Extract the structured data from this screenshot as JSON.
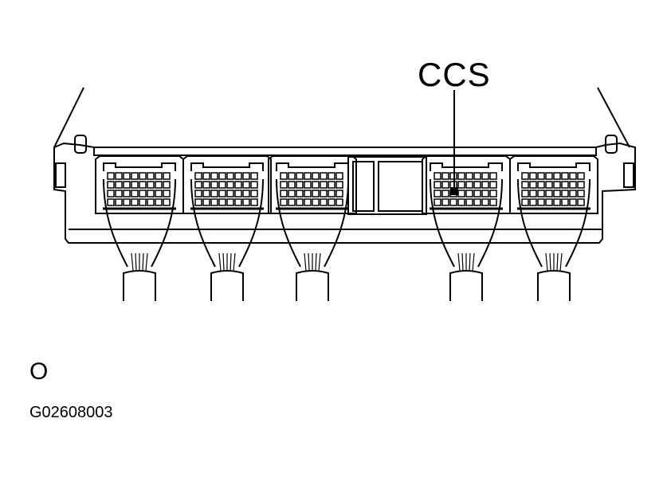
{
  "callout": {
    "label": "CCS",
    "target_connector": 4
  },
  "view_label": "O",
  "figure_id": "G02608003",
  "connectors": [
    {
      "name": "connector-1"
    },
    {
      "name": "connector-2"
    },
    {
      "name": "connector-3"
    },
    {
      "name": "connector-4",
      "highlighted_terminal": "CCS"
    },
    {
      "name": "connector-5"
    }
  ],
  "line_color": "#000000",
  "background_color": "#ffffff"
}
